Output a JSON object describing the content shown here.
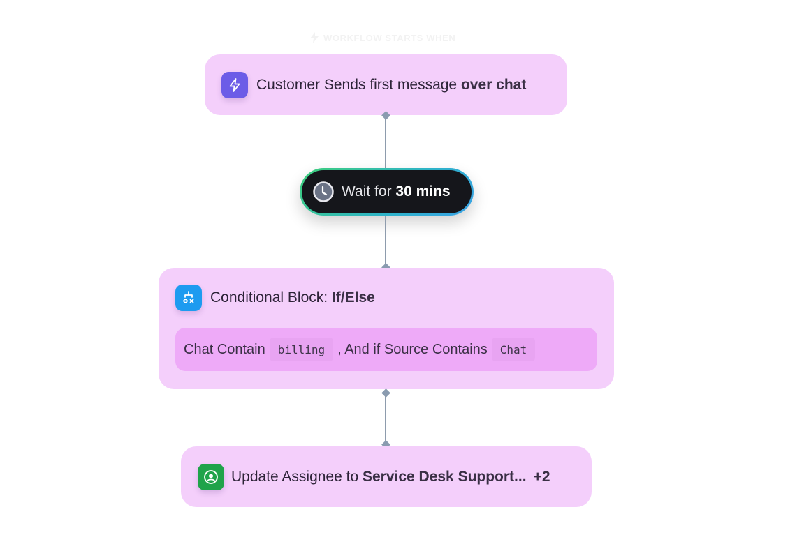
{
  "header": {
    "start_label": "WORKFLOW STARTS WHEN",
    "start_icon": "lightning-icon"
  },
  "trigger": {
    "icon": "lightning-icon",
    "icon_color": "#6c5ce7",
    "text_regular": "Customer Sends first message ",
    "text_bold": "over chat"
  },
  "wait": {
    "icon": "clock-icon",
    "text_regular": "Wait for ",
    "text_bold": "30 mins"
  },
  "condition": {
    "icon": "branch-icon",
    "icon_color": "#1d9bf0",
    "title_regular": "Conditional Block: ",
    "title_bold": "If/Else",
    "rule": {
      "part1": "Chat Contain",
      "chip1": "billing",
      "part2": ", And if Source Contains",
      "chip2": "Chat"
    }
  },
  "action": {
    "icon": "user-circle-icon",
    "icon_color": "#1fa34a",
    "text_regular": "Update Assignee to ",
    "text_bold": "Service Desk Support...",
    "more": "+2"
  },
  "colors": {
    "card_bg": "#f4cffb",
    "rule_bg": "#eeaaf8",
    "connector": "#8e9cad",
    "wait_bg": "#15161b"
  }
}
